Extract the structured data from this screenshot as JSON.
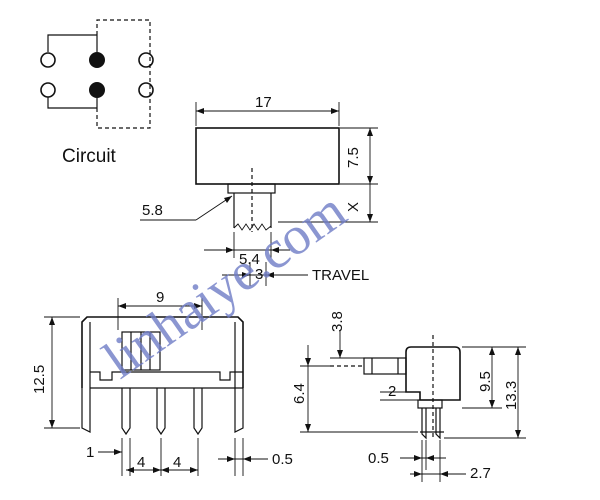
{
  "circuit": {
    "label": "Circuit"
  },
  "top_view": {
    "width": "17",
    "height": "7.5",
    "stem_offset": "5.8",
    "stem_width": "5.4",
    "travel_value": "3",
    "travel_label": "TRAVEL",
    "x_dim": "X"
  },
  "front_view": {
    "width": "9",
    "height": "12.5",
    "pin_gap": "1",
    "pitch_1": "4",
    "pitch_2": "4",
    "thickness": "0.5"
  },
  "side_view": {
    "knob_top": "3.8",
    "knob_height": "6.4",
    "step": "2",
    "body_height": "9.5",
    "total_height": "13.3",
    "pin_thick": "0.5",
    "pin_width": "2.7"
  },
  "watermark": {
    "text": "linhaiye.com"
  }
}
